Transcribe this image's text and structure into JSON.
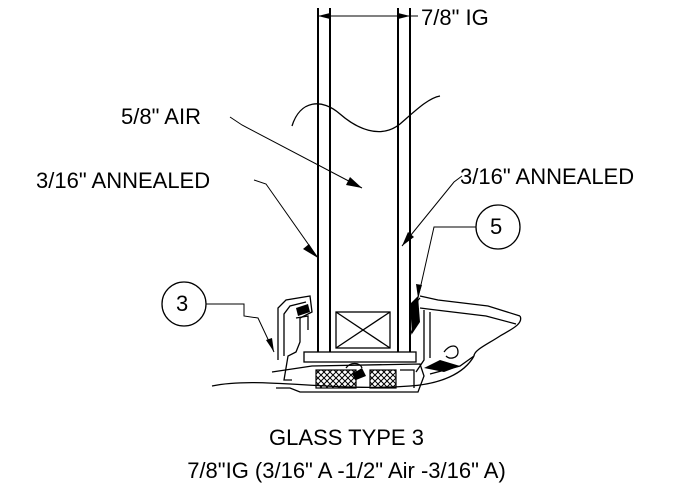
{
  "labels": {
    "overall": "7/8\" IG",
    "air": "5/8\" AIR",
    "left_lite": "3/16\" ANNEALED",
    "right_lite": "3/16\" ANNEALED"
  },
  "callouts": {
    "left": "3",
    "right": "5"
  },
  "caption": {
    "title": "GLASS TYPE 3",
    "spec": "7/8\"IG (3/16\" A -1/2\" Air -3/16\" A)"
  },
  "colors": {
    "ink": "#000000",
    "paper": "#ffffff"
  }
}
